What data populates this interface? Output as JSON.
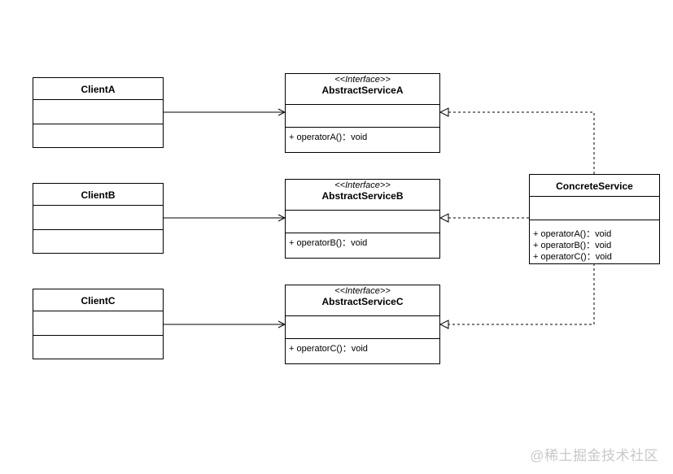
{
  "clients": [
    {
      "name": "ClientA"
    },
    {
      "name": "ClientB"
    },
    {
      "name": "ClientC"
    }
  ],
  "interfaces": [
    {
      "stereotype": "<<Interface>>",
      "name": "AbstractServiceA",
      "operation": "+ operatorA()：void"
    },
    {
      "stereotype": "<<Interface>>",
      "name": "AbstractServiceB",
      "operation": "+ operatorB()：void"
    },
    {
      "stereotype": "<<Interface>>",
      "name": "AbstractServiceC",
      "operation": "+ operatorC()：void"
    }
  ],
  "concrete": {
    "name": "ConcreteService",
    "operations": [
      "+ operatorA()：void",
      "+ operatorB()：void",
      "+ operatorC()：void"
    ]
  },
  "watermark": "@稀土掘金技术社区"
}
